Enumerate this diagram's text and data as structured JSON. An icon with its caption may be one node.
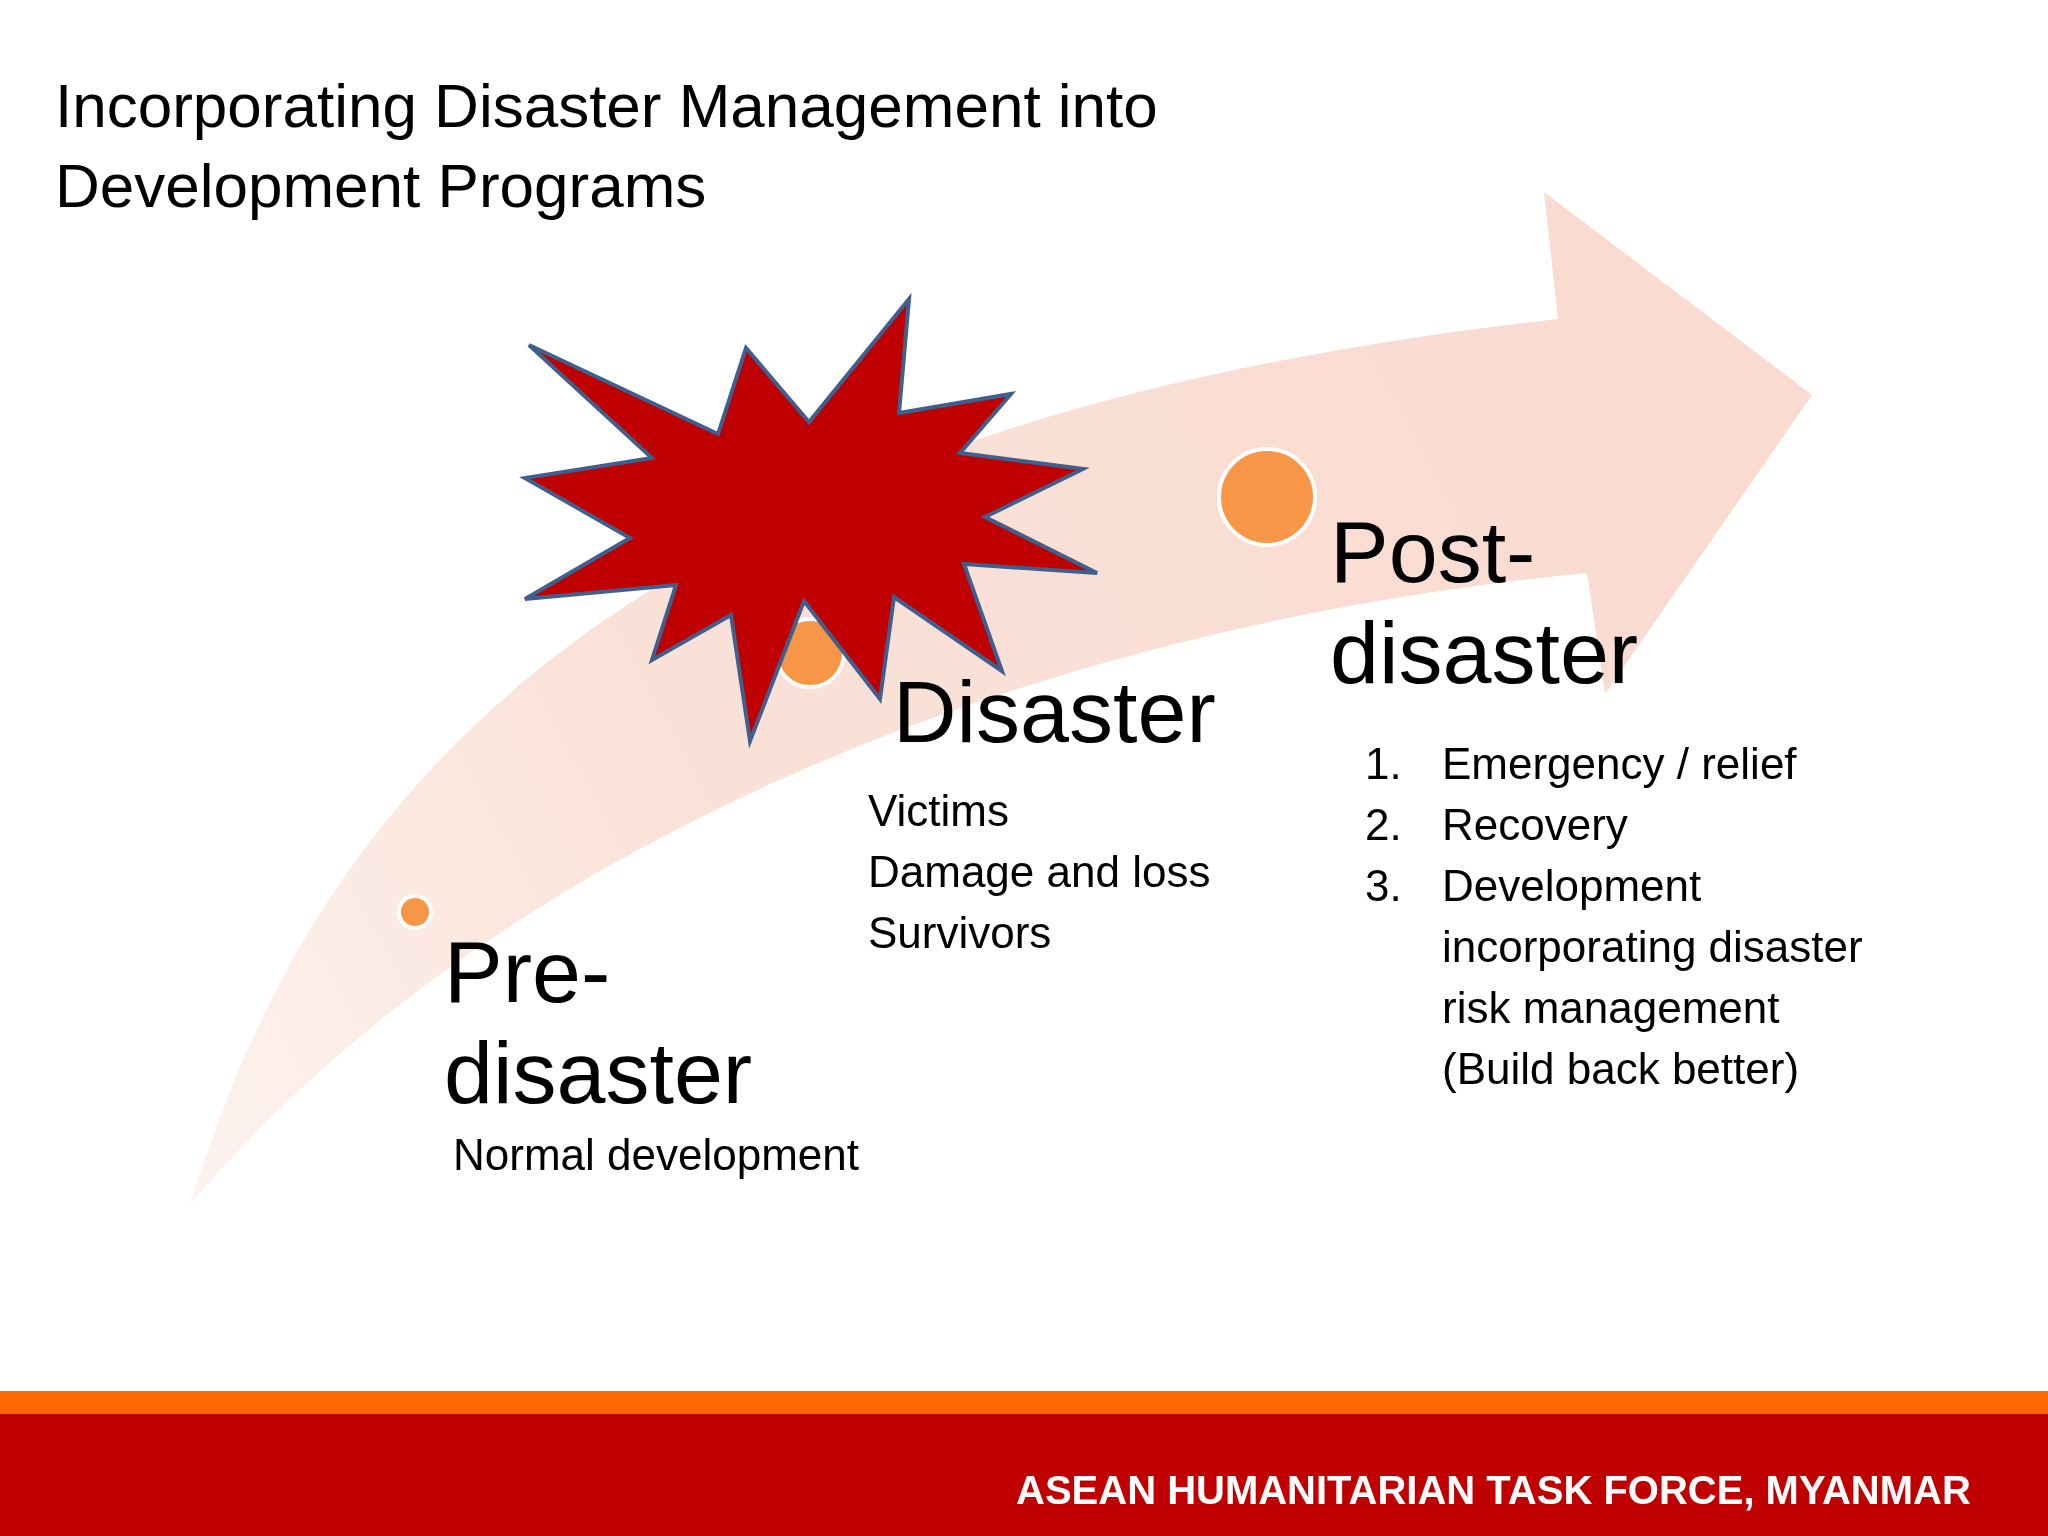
{
  "diagram": {
    "title": "Incorporating Disaster Management into Development Programs",
    "nodes": [
      {
        "text": [],
        "shape": "circle",
        "beside": [
          "Pre-disaster",
          "Normal development"
        ]
      },
      {
        "text": [],
        "shape": "circle",
        "beside": [
          "Disaster",
          "Victims",
          "Damage and loss",
          "Survivors"
        ]
      },
      {
        "text": [],
        "shape": "circle",
        "beside": [
          "Post-disaster",
          "1. Emergency / relief",
          "2. Recovery",
          "3. Development incorporating disaster risk management (Build back better)"
        ]
      }
    ],
    "labels": [
      "ASEAN HUMANITARIAN TASK FORCE, MYANMAR"
    ]
  }
}
